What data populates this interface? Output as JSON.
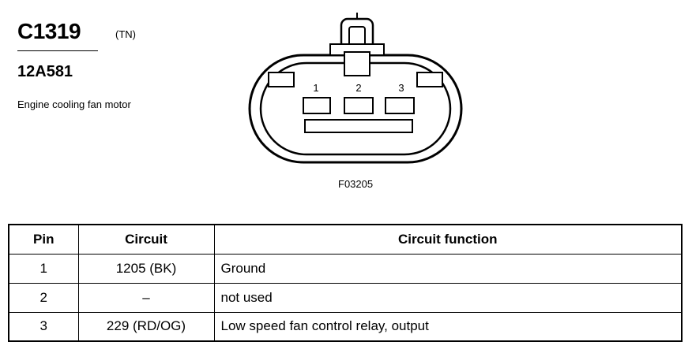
{
  "connector": {
    "id": "C1319",
    "color_code": "(TN)",
    "part_number": "12A581",
    "description": "Engine cooling fan motor"
  },
  "diagram": {
    "pin_labels": [
      "1",
      "2",
      "3"
    ],
    "figure_code": "F03205"
  },
  "table": {
    "headers": [
      "Pin",
      "Circuit",
      "Circuit function"
    ],
    "rows": [
      {
        "pin": "1",
        "circuit": "1205 (BK)",
        "function": "Ground"
      },
      {
        "pin": "2",
        "circuit": "–",
        "function": "not used"
      },
      {
        "pin": "3",
        "circuit": "229 (RD/OG)",
        "function": "Low speed fan control relay, output"
      }
    ]
  }
}
